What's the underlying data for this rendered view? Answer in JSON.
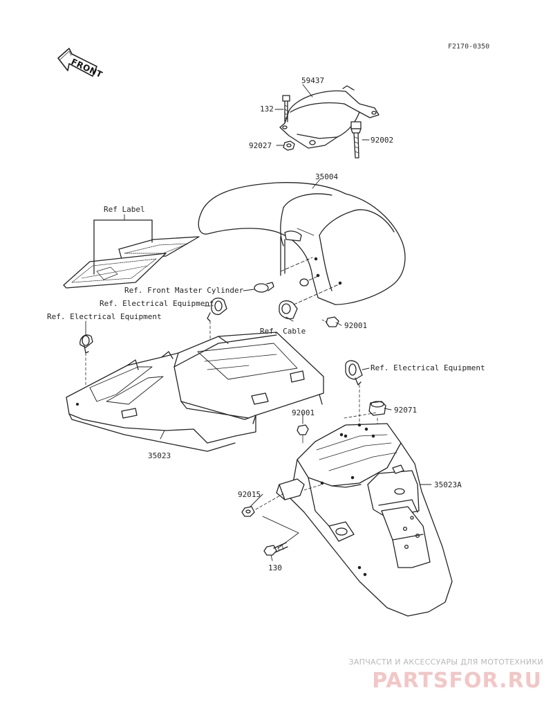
{
  "diagram_code": "F2170-0350",
  "front_label": "FRONT",
  "parts": {
    "p59437": "59437",
    "p132": "132",
    "p92027": "92027",
    "p92002": "92002",
    "p35004": "35004",
    "p35023": "35023",
    "p92001_a": "92001",
    "p92001_b": "92001",
    "p92071": "92071",
    "p35023A": "35023A",
    "p92015": "92015",
    "p130": "130"
  },
  "refs": {
    "ref_label": "Ref Label",
    "ref_front_master_cylinder": "Ref. Front Master Cylinder",
    "ref_electrical_1": "Ref. Electrical Equipment",
    "ref_electrical_2": "Ref. Electrical Equipment",
    "ref_electrical_3": "Ref. Electrical Equipment",
    "ref_cable": "Ref. Cable"
  },
  "watermark": {
    "subtitle": "ЗАПЧАСТИ И АКСЕССУАРЫ ДЛЯ МОТОТЕХНИКИ",
    "brand": "PARTSFOR.RU"
  }
}
